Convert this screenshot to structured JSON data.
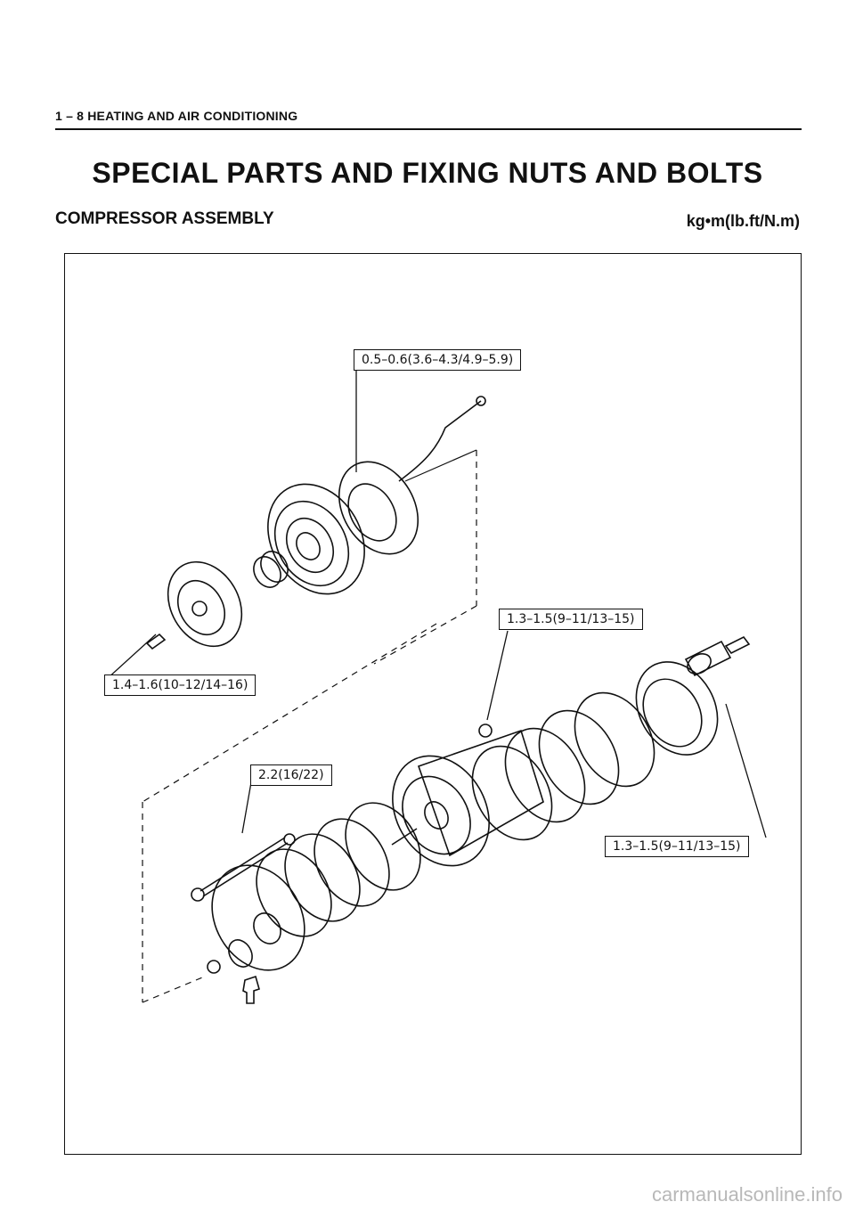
{
  "header": {
    "section": "1 – 8 HEATING AND AIR CONDITIONING"
  },
  "title": "SPECIAL PARTS AND FIXING NUTS AND BOLTS",
  "subtitle": "COMPRESSOR ASSEMBLY",
  "units": "kg•m(lb.ft/N.m)",
  "callouts": [
    {
      "text": "0.5–0.6(3.6–4.3/4.9–5.9)"
    },
    {
      "text": "1.3–1.5(9–11/13–15)"
    },
    {
      "text": "1.4–1.6(10–12/14–16)"
    },
    {
      "text": "2.2(16/22)"
    },
    {
      "text": "1.3–1.5(9–11/13–15)"
    }
  ],
  "watermark": "carmanualsonline.info",
  "colors": {
    "ink": "#111111",
    "paper": "#ffffff",
    "watermark": "#b8b8b8"
  }
}
